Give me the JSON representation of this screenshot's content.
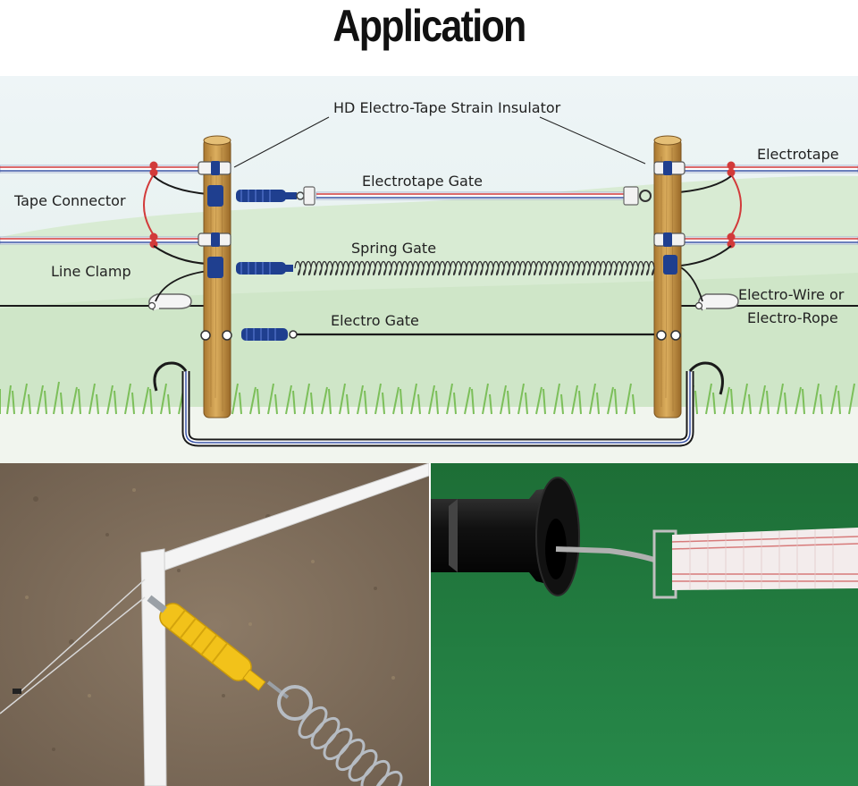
{
  "title": "Application",
  "labels": {
    "strain_insulator": "HD Electro-Tape Strain Insulator",
    "electrotape": "Electrotape",
    "tape_connector": "Tape Connector",
    "electrotape_gate": "Electrotape Gate",
    "spring_gate": "Spring Gate",
    "line_clamp": "Line Clamp",
    "electro_wire_line1": "Electro-Wire or",
    "electro_wire_line2": "Electro-Rope",
    "electro_gate": "Electro Gate"
  },
  "colors": {
    "sky": "#e8f1f4",
    "field": "#d9ecd2",
    "grass": "#8cc36e",
    "post": "#c89a4a",
    "handle_blue": "#1f3f8f",
    "tape_red": "#d23a3a",
    "tape_blue": "#3a55a6",
    "handle_yellow": "#f2c21a",
    "turf_green": "#1f7a3a"
  },
  "photos": {
    "left": "spring-gate-photo",
    "right": "tape-gate-handle-photo"
  }
}
